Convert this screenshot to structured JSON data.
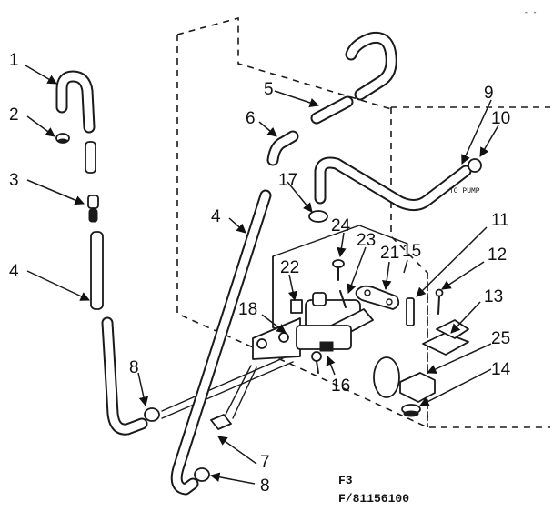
{
  "callouts": {
    "c1": "1",
    "c2": "2",
    "c3": "3",
    "c4a": "4",
    "c4b": "4",
    "c5": "5",
    "c6": "6",
    "c7": "7",
    "c8a": "8",
    "c8b": "8",
    "c9": "9",
    "c10": "10",
    "c11": "11",
    "c12": "12",
    "c13": "13",
    "c14": "14",
    "c15": "15",
    "c16": "16",
    "c17": "17",
    "c18": "18",
    "c21": "21",
    "c22": "22",
    "c23": "23",
    "c24": "24",
    "c25": "25"
  },
  "notes": {
    "to_pump": "TO PUMP"
  },
  "figure": {
    "fig": "F3",
    "part_number": "F/81156100"
  },
  "top_mark": "- -"
}
